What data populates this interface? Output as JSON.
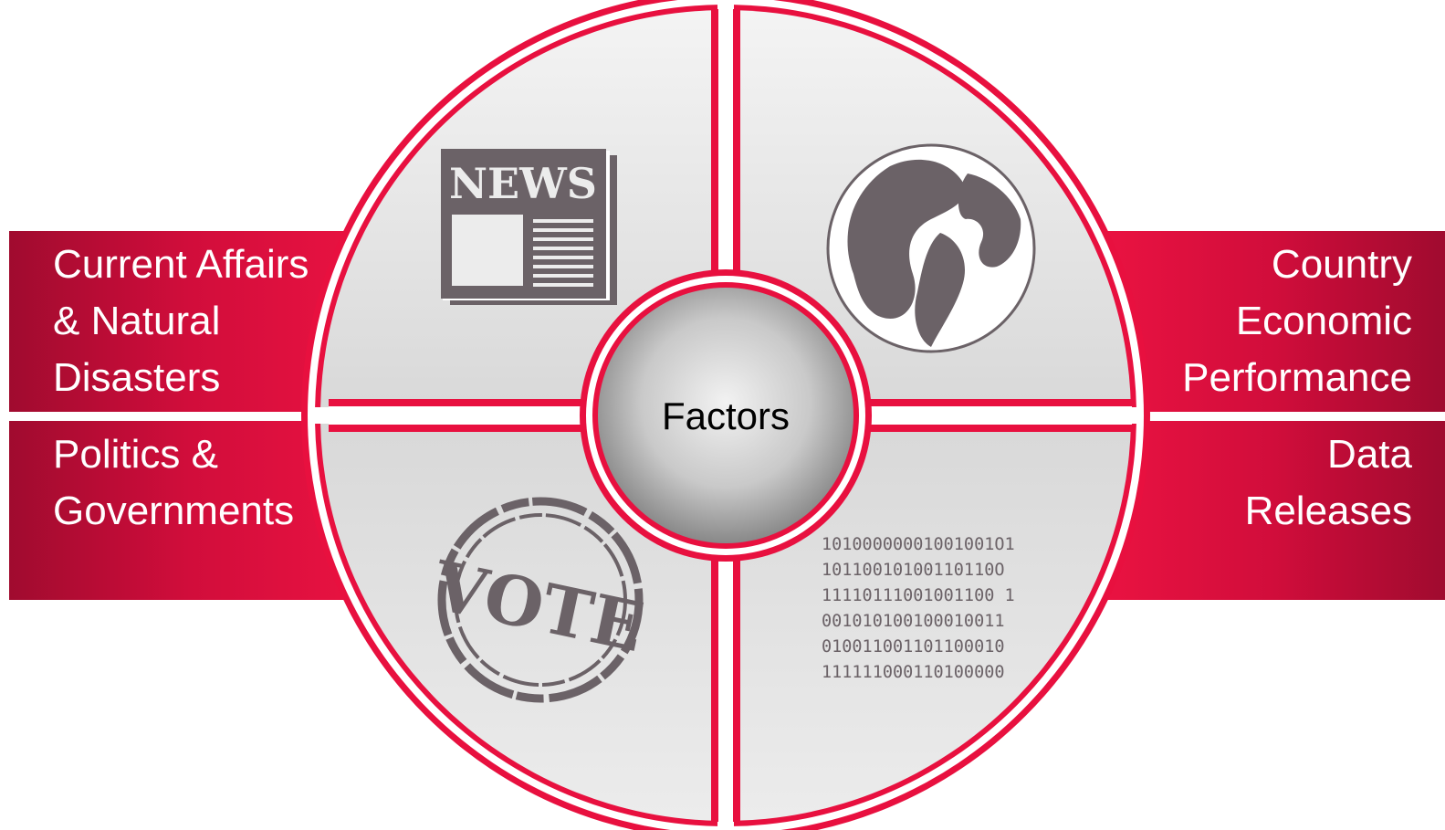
{
  "labels": {
    "top_left": "Current Affairs\n& Natural\nDisasters",
    "top_right": "Country\nEconomic\nPerformance",
    "bottom_left": "Politics &\nGovernments",
    "bottom_right": "Data\nReleases",
    "center": "Factors"
  },
  "icons": {
    "top_left": "newspaper-icon",
    "top_right": "globe-icon",
    "bottom_left": "vote-stamp-icon",
    "bottom_right": "binary-code-icon"
  },
  "newspaper_text": "NEWS",
  "vote_text": "VOTE",
  "binary_lines": [
    "10100000001001001O1",
    "10110010100110110O",
    "11110111001001100 1",
    "001010100100010011",
    "010011001101100010",
    "111111000110100000"
  ],
  "colors": {
    "accent_red": "#e8103f",
    "dark_red": "#a00b2f",
    "icon_gray": "#6b6267",
    "segment_fill": "#dcdcdc"
  }
}
